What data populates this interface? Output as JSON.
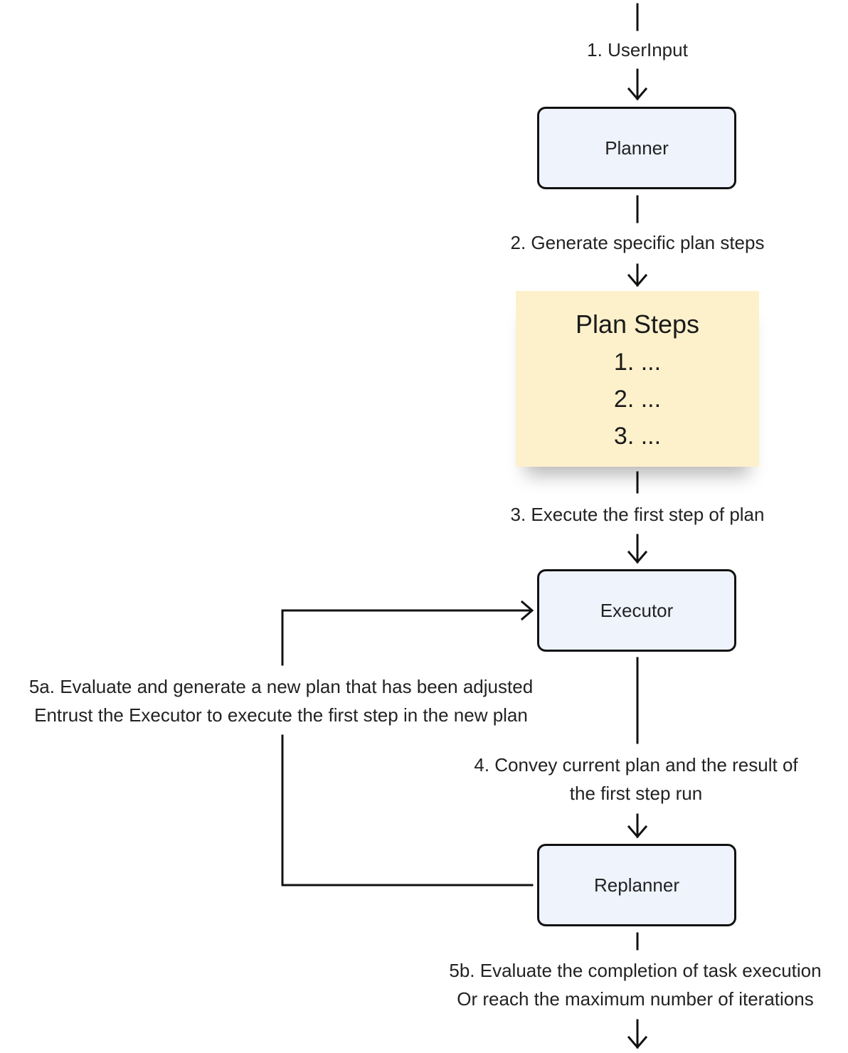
{
  "colors": {
    "node_fill": "#eef3fc",
    "node_border": "#111111",
    "note_fill": "#fdf1cb",
    "line": "#111111"
  },
  "nodes": {
    "planner": "Planner",
    "executor": "Executor",
    "replanner": "Replanner"
  },
  "plan_note": {
    "title": "Plan Steps",
    "steps": [
      "1. ...",
      "2. ...",
      "3. ..."
    ]
  },
  "edges": {
    "e1": "1. UserInput",
    "e2": "2. Generate specific plan steps",
    "e3": "3. Execute the first step of plan",
    "e4": [
      "4. Convey current plan and the result of",
      "the first step run"
    ],
    "e5a": [
      "5a. Evaluate and generate a new plan that has been adjusted",
      "Entrust the Executor to execute the first step in the new plan"
    ],
    "e5b": [
      "5b. Evaluate the completion of task execution",
      "Or reach the maximum number of iterations"
    ]
  }
}
